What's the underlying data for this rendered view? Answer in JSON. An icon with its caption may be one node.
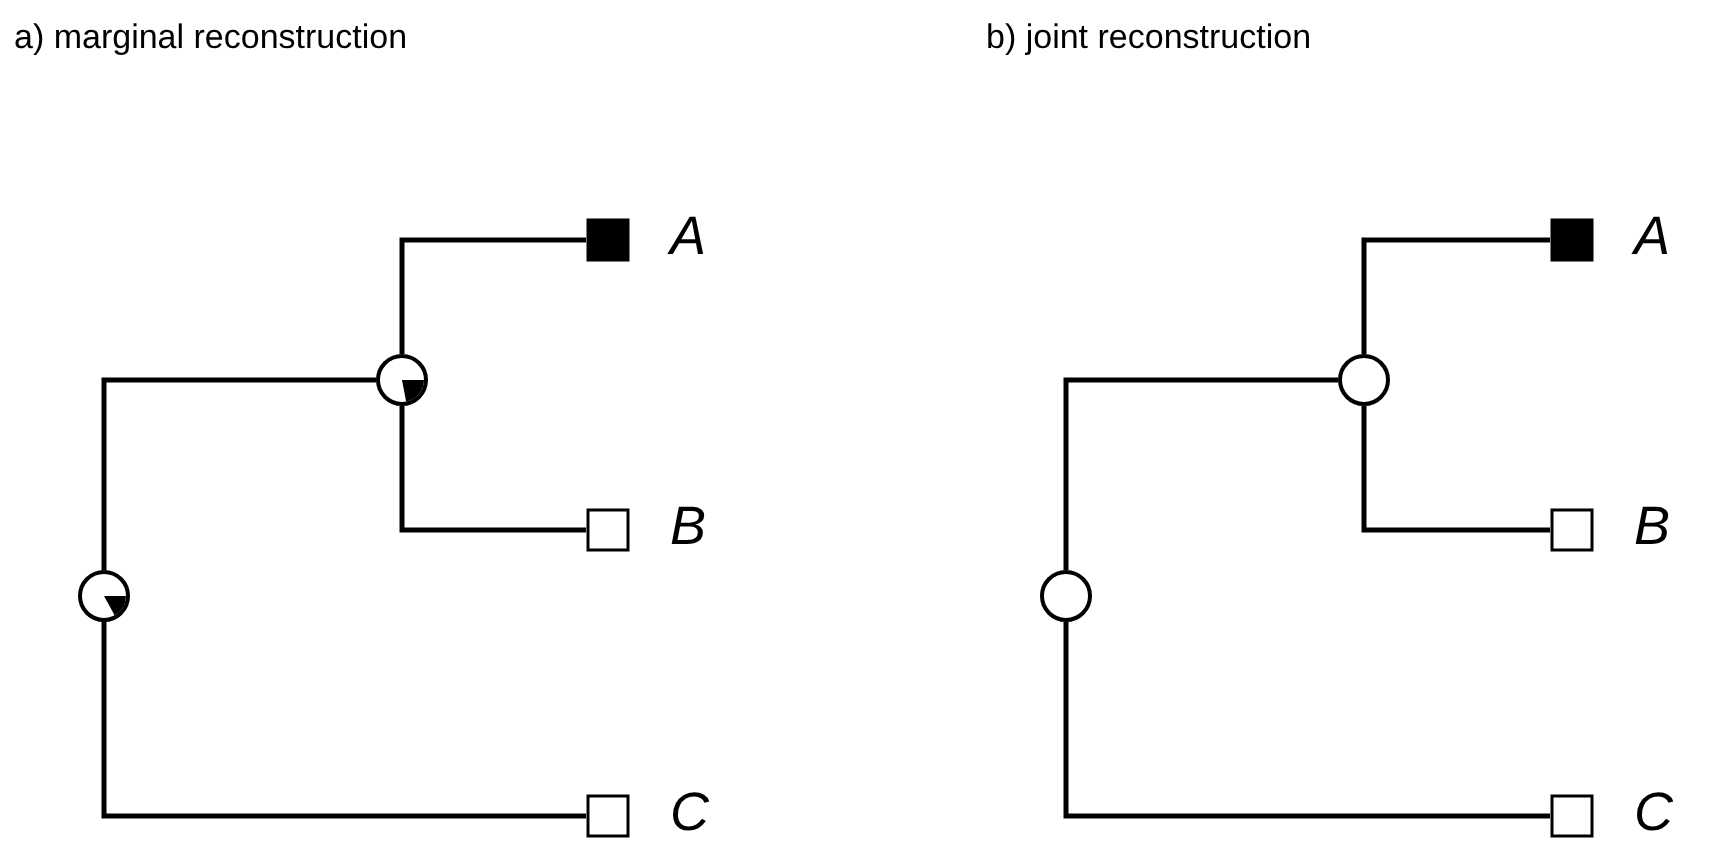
{
  "diagram": {
    "nodes": [
      {
        "text": [],
        "shape": "circle"
      },
      {
        "text": [],
        "shape": "circle"
      },
      {
        "text": [],
        "shape": "box",
        "beside": [
          "A"
        ]
      },
      {
        "text": [],
        "shape": "box",
        "beside": [
          "B"
        ]
      },
      {
        "text": [],
        "shape": "box",
        "beside": [
          "C"
        ]
      },
      {
        "text": [],
        "shape": "circle"
      },
      {
        "text": [],
        "shape": "circle"
      },
      {
        "text": [],
        "shape": "box",
        "beside": [
          "A"
        ]
      },
      {
        "text": [],
        "shape": "box",
        "beside": [
          "B"
        ]
      },
      {
        "text": [],
        "shape": "box",
        "beside": [
          "C"
        ]
      }
    ],
    "edges": [
      {
        "from": 0,
        "to": 1,
        "arrow": "none"
      },
      {
        "from": 1,
        "to": 2,
        "arrow": "none"
      },
      {
        "from": 1,
        "to": 3,
        "arrow": "none"
      },
      {
        "from": 0,
        "to": 4,
        "arrow": "none"
      },
      {
        "from": 5,
        "to": 6,
        "arrow": "none"
      },
      {
        "from": 6,
        "to": 7,
        "arrow": "none"
      },
      {
        "from": 6,
        "to": 8,
        "arrow": "none"
      },
      {
        "from": 5,
        "to": 9,
        "arrow": "none"
      }
    ],
    "labels": [
      "a) marginal reconstruction",
      "b) joint reconstruction"
    ]
  }
}
